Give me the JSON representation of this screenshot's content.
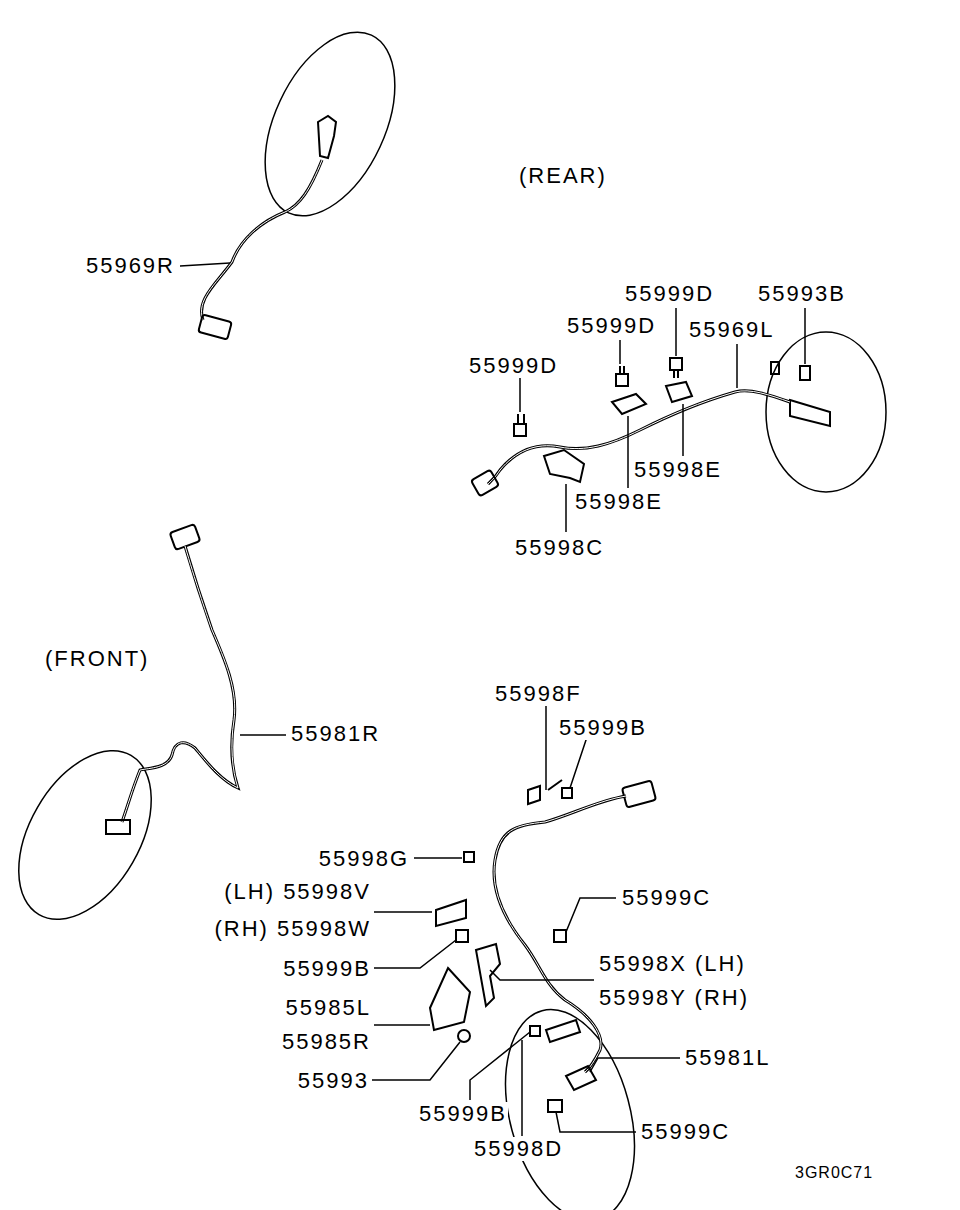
{
  "diagram": {
    "labels": [
      "(REAR)",
      "55969R",
      "55999D",
      "55993B",
      "55999D",
      "55969L",
      "55999D",
      "55998E",
      "55998E",
      "55998C",
      "(FRONT)",
      "55981R",
      "55998F",
      "55999B",
      "55998G",
      "(LH) 55998V",
      "55999C",
      "(RH) 55998W",
      "55999B",
      "55998X (LH)",
      "55998Y (RH)",
      "55985L",
      "55985R",
      "55993",
      "55981L",
      "55999B",
      "55999C",
      "55998D",
      "3GR0C71"
    ]
  }
}
